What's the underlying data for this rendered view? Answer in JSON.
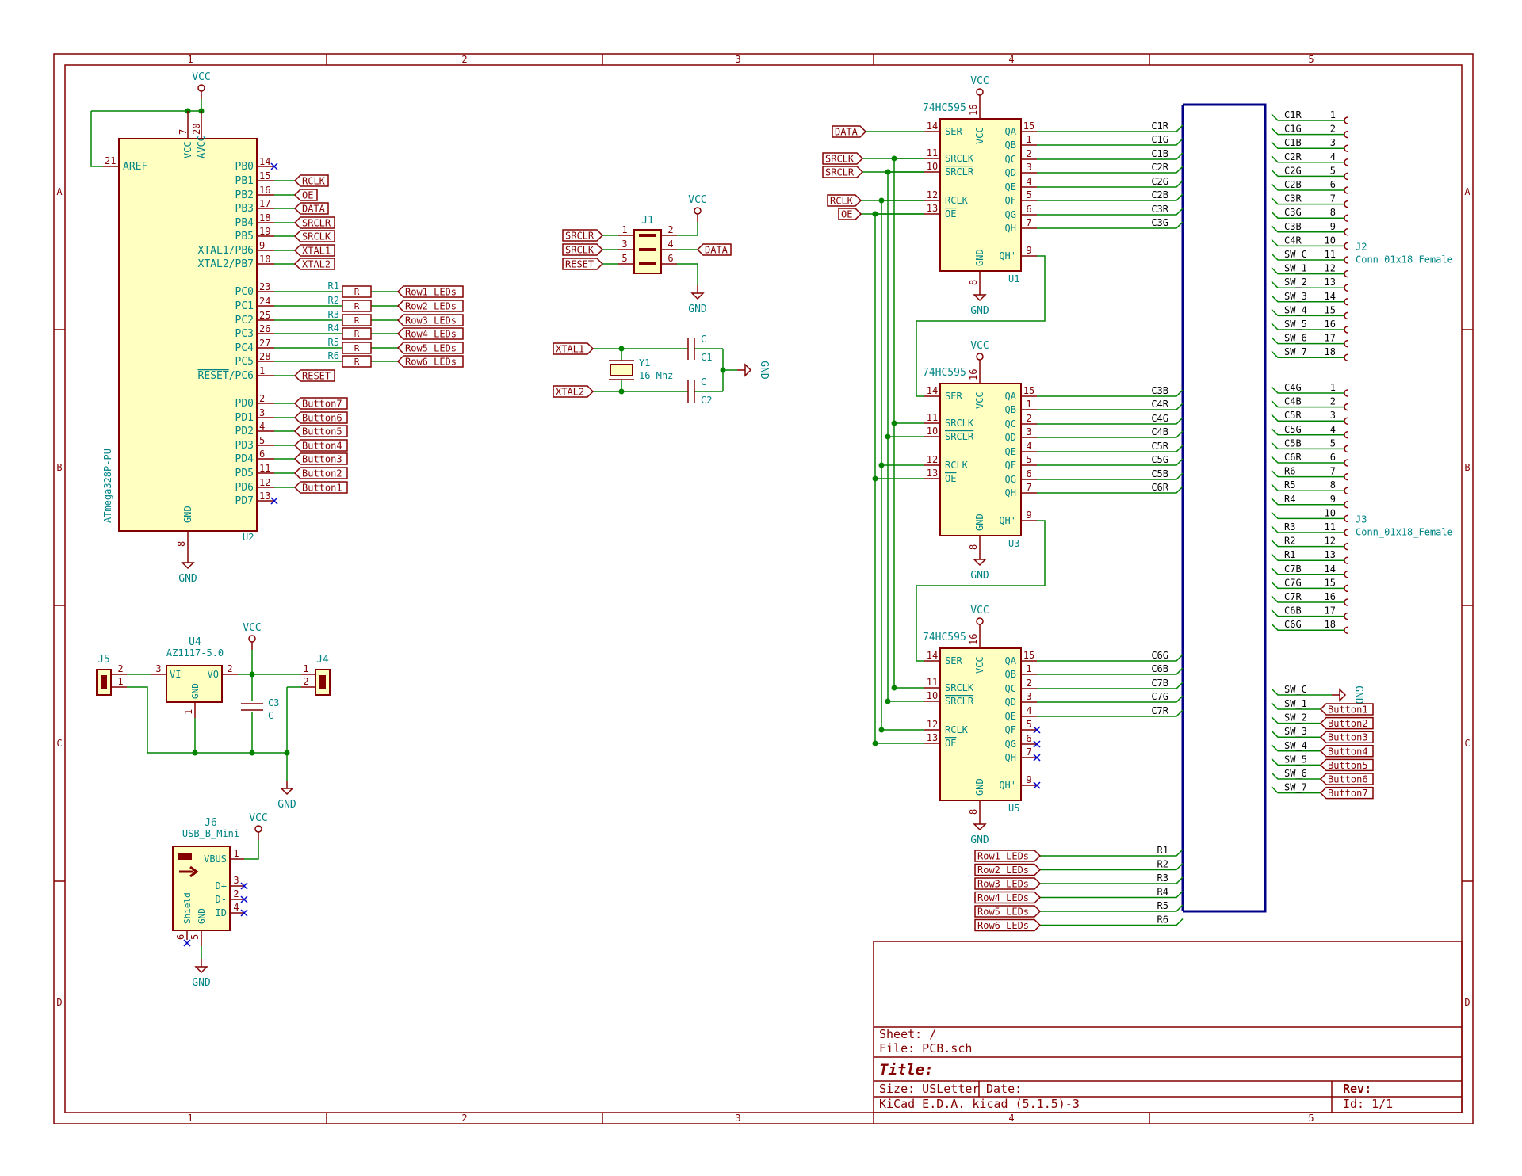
{
  "frame": {
    "cols": [
      "1",
      "2",
      "3",
      "4",
      "5"
    ],
    "rows": [
      "A",
      "B",
      "C",
      "D"
    ]
  },
  "colors": {
    "frame": "#840000",
    "component_outline": "#840000",
    "component_fill": "#ffffc2",
    "wire": "#008400",
    "text": "#008484",
    "pin_text": "#840000",
    "bus": "#000084",
    "nc": "#0000c8"
  },
  "u2": {
    "ref": "U2",
    "value": "ATmega328P-PU",
    "vcc": "VCC",
    "gnd": "GND",
    "left_pins": [
      {
        "num": "21",
        "name": "AREF"
      }
    ],
    "top_pins": [
      {
        "num": "7",
        "name": "VCC"
      },
      {
        "num": "20",
        "name": "AVCC"
      }
    ],
    "bottom_pins": [
      {
        "num": "8",
        "name": "GND"
      }
    ],
    "right_pins": [
      {
        "num": "14",
        "name": "PB0",
        "net": "",
        "nc": true
      },
      {
        "num": "15",
        "name": "PB1",
        "net": "RCLK"
      },
      {
        "num": "16",
        "name": "PB2",
        "net": "OE"
      },
      {
        "num": "17",
        "name": "PB3",
        "net": "DATA"
      },
      {
        "num": "18",
        "name": "PB4",
        "net": "SRCLR"
      },
      {
        "num": "19",
        "name": "PB5",
        "net": "SRCLK"
      },
      {
        "num": "9",
        "name": "XTAL1/PB6",
        "net": "XTAL1"
      },
      {
        "num": "10",
        "name": "XTAL2/PB7",
        "net": "XTAL2"
      },
      {
        "num": "23",
        "name": "PC0",
        "net": "Row1_LEDs",
        "res": "R1"
      },
      {
        "num": "24",
        "name": "PC1",
        "net": "Row2_LEDs",
        "res": "R2"
      },
      {
        "num": "25",
        "name": "PC2",
        "net": "Row3_LEDs",
        "res": "R3"
      },
      {
        "num": "26",
        "name": "PC3",
        "net": "Row4_LEDs",
        "res": "R4"
      },
      {
        "num": "27",
        "name": "PC4",
        "net": "Row5_LEDs",
        "res": "R5"
      },
      {
        "num": "28",
        "name": "PC5",
        "net": "Row6_LEDs",
        "res": "R6"
      },
      {
        "num": "1",
        "name": "RESET/PC6",
        "net": "RESET"
      },
      {
        "num": "2",
        "name": "PD0",
        "net": "Button7"
      },
      {
        "num": "3",
        "name": "PD1",
        "net": "Button6"
      },
      {
        "num": "4",
        "name": "PD2",
        "net": "Button5"
      },
      {
        "num": "5",
        "name": "PD3",
        "net": "Button4"
      },
      {
        "num": "6",
        "name": "PD4",
        "net": "Button3"
      },
      {
        "num": "11",
        "name": "PD5",
        "net": "Button2"
      },
      {
        "num": "12",
        "name": "PD6",
        "net": "Button1"
      },
      {
        "num": "13",
        "name": "PD7",
        "net": "",
        "nc": true
      }
    ],
    "res_value": "R"
  },
  "j1": {
    "ref": "J1",
    "vcc": "VCC",
    "gnd": "GND",
    "pins": [
      {
        "num": "1",
        "net": "SRCLR",
        "side": "left"
      },
      {
        "num": "2",
        "net": "",
        "side": "right"
      },
      {
        "num": "3",
        "net": "SRCLK",
        "side": "left"
      },
      {
        "num": "4",
        "net": "DATA",
        "side": "right"
      },
      {
        "num": "5",
        "net": "RESET",
        "side": "left"
      },
      {
        "num": "6",
        "net": "",
        "side": "right"
      }
    ]
  },
  "crystal": {
    "ref": "Y1",
    "value": "16 Mhz",
    "net1": "XTAL1",
    "net2": "XTAL2",
    "c1_ref": "C1",
    "c2_ref": "C2",
    "c_value": "C",
    "gnd": "GND"
  },
  "shift_regs": [
    {
      "ref": "U1",
      "value": "74HC595",
      "vcc": "VCC",
      "gnd": "GND",
      "outputs": [
        "C1R",
        "C1G",
        "C1B",
        "C2R",
        "C2G",
        "C2B",
        "C3R",
        "C3G"
      ]
    },
    {
      "ref": "U3",
      "value": "74HC595",
      "vcc": "VCC",
      "gnd": "GND",
      "outputs": [
        "C3B",
        "C4R",
        "C4G",
        "C4B",
        "C5R",
        "C5G",
        "C5B",
        "C6R"
      ]
    },
    {
      "ref": "U5",
      "value": "74HC595",
      "vcc": "VCC",
      "gnd": "GND",
      "outputs": [
        "C6G",
        "C6B",
        "C7B",
        "C7G",
        "C7R",
        "",
        "",
        ""
      ]
    }
  ],
  "sr_pins": {
    "left": [
      {
        "num": "14",
        "name": "SER"
      },
      {
        "num": "11",
        "name": "SRCLK"
      },
      {
        "num": "10",
        "name": "SRCLR"
      },
      {
        "num": "12",
        "name": "RCLK"
      },
      {
        "num": "13",
        "name": "OE"
      }
    ],
    "right": [
      {
        "num": "15",
        "name": "QA"
      },
      {
        "num": "1",
        "name": "QB"
      },
      {
        "num": "2",
        "name": "QC"
      },
      {
        "num": "3",
        "name": "QD"
      },
      {
        "num": "4",
        "name": "QE"
      },
      {
        "num": "5",
        "name": "QF"
      },
      {
        "num": "6",
        "name": "QG"
      },
      {
        "num": "7",
        "name": "QH"
      }
    ],
    "qh_prime": {
      "num": "9",
      "name": "QH'"
    },
    "vcc_pin": {
      "num": "16",
      "name": "VCC"
    },
    "gnd_pin": {
      "num": "8",
      "name": "GND"
    },
    "u1_inputs": [
      "DATA",
      "SRCLK",
      "SRCLR",
      "RCLK",
      "OE"
    ]
  },
  "row_nets": [
    {
      "label": "Row1_LEDs",
      "bus": "R1"
    },
    {
      "label": "Row2_LEDs",
      "bus": "R2"
    },
    {
      "label": "Row3_LEDs",
      "bus": "R3"
    },
    {
      "label": "Row4_LEDs",
      "bus": "R4"
    },
    {
      "label": "Row5_LEDs",
      "bus": "R5"
    },
    {
      "label": "Row6_LEDs",
      "bus": "R6"
    }
  ],
  "j2": {
    "ref": "J2",
    "value": "Conn_01x18_Female",
    "pins": [
      "C1R",
      "C1G",
      "C1B",
      "C2R",
      "C2G",
      "C2B",
      "C3R",
      "C3G",
      "C3B",
      "C4R",
      "SW_C",
      "SW_1",
      "SW_2",
      "SW_3",
      "SW_4",
      "SW_5",
      "SW_6",
      "SW_7"
    ]
  },
  "j3": {
    "ref": "J3",
    "value": "Conn_01x18_Female",
    "pins": [
      "C4G",
      "C4B",
      "C5R",
      "C5G",
      "C5B",
      "C6R",
      "R6",
      "R5",
      "R4",
      "",
      "R3",
      "R2",
      "R1",
      "C7B",
      "C7G",
      "C7R",
      "C6B",
      "C6G"
    ]
  },
  "buttons": {
    "gnd": "GND",
    "sw_c": "SW_C",
    "items": [
      {
        "sw": "SW_1",
        "label": "Button1"
      },
      {
        "sw": "SW_2",
        "label": "Button2"
      },
      {
        "sw": "SW_3",
        "label": "Button3"
      },
      {
        "sw": "SW_4",
        "label": "Button4"
      },
      {
        "sw": "SW_5",
        "label": "Button5"
      },
      {
        "sw": "SW_6",
        "label": "Button6"
      },
      {
        "sw": "SW_7",
        "label": "Button7"
      }
    ]
  },
  "regulator": {
    "ref": "U4",
    "value": "AZ1117-5.0",
    "vi": "VI",
    "vo": "VO",
    "gnd_name": "GND",
    "pin_vi": "3",
    "pin_vo": "2",
    "pin_gnd": "1",
    "j5": "J5",
    "j4": "J4",
    "c3": "C3",
    "c_value": "C",
    "vcc": "VCC",
    "gnd": "GND",
    "pin1": "1",
    "pin2": "2"
  },
  "usb": {
    "ref": "J6",
    "value": "USB_B_Mini",
    "vbus": "VBUS",
    "dp": "D+",
    "dm": "D-",
    "id": "ID",
    "gnd_name": "GND",
    "shield": "Shield",
    "p1": "1",
    "p2": "2",
    "p3": "3",
    "p4": "4",
    "p5": "5",
    "p6": "6",
    "vcc": "VCC",
    "gnd": "GND"
  },
  "title_block": {
    "sheet": "Sheet: /",
    "file": "File: PCB.sch",
    "title": "Title:",
    "size": "Size: USLetter",
    "date": "Date:",
    "rev": "Rev:",
    "kicad": "KiCad E.D.A.  kicad (5.1.5)-3",
    "id": "Id: 1/1"
  }
}
